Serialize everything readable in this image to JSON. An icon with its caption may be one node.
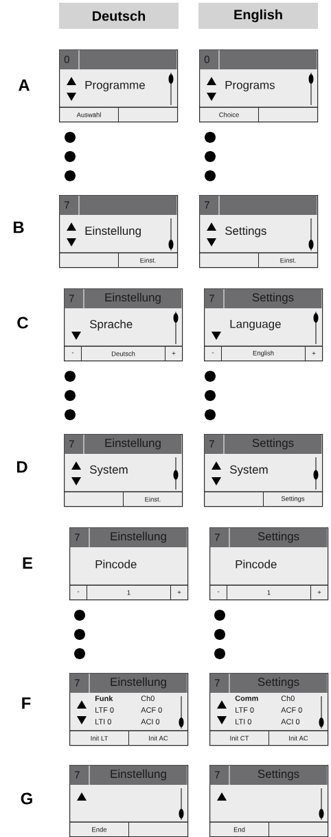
{
  "diagram": {
    "nodes": [
      {
        "text": [
          "Deutsch"
        ]
      },
      {
        "text": [
          "English"
        ]
      },
      {
        "text": [
          "0",
          "Programme",
          "Auswahl"
        ]
      },
      {
        "text": [
          "0",
          "Programs",
          "Choice"
        ]
      },
      {
        "text": [
          "7",
          "Einstellung",
          "Einst."
        ]
      },
      {
        "text": [
          "7",
          "Settings",
          "Einst."
        ]
      },
      {
        "text": [
          "7",
          "Einstellung",
          "Sprache",
          "-",
          "Deutsch",
          "+"
        ]
      },
      {
        "text": [
          "7",
          "Settings",
          "Language",
          "-",
          "English",
          "+"
        ]
      },
      {
        "text": [
          "7",
          "Einstellung",
          "System",
          "Einst."
        ]
      },
      {
        "text": [
          "7",
          "Settings",
          "System",
          "Settings"
        ]
      },
      {
        "text": [
          "7",
          "Einstellung",
          "Pincode",
          "-",
          "1",
          "+"
        ]
      },
      {
        "text": [
          "7",
          "Settings",
          "Pincode",
          "-",
          "1",
          "+"
        ]
      },
      {
        "text": [
          "7",
          "Einstellung",
          "Funk",
          "Ch0",
          "LTF 0",
          "ACF 0",
          "LTI 0",
          "ACI 0",
          "Init LT",
          "Init AC"
        ]
      },
      {
        "text": [
          "7",
          "Settings",
          "Comm",
          "Ch0",
          "LTF 0",
          "ACF 0",
          "LTI 0",
          "ACI 0",
          "Init CT",
          "Init AC"
        ]
      },
      {
        "text": [
          "7",
          "Einstellung",
          "Ende"
        ]
      },
      {
        "text": [
          "7",
          "Settings",
          "End"
        ]
      }
    ],
    "labels": [
      "A",
      "B",
      "C",
      "D",
      "E",
      "F",
      "G"
    ]
  }
}
